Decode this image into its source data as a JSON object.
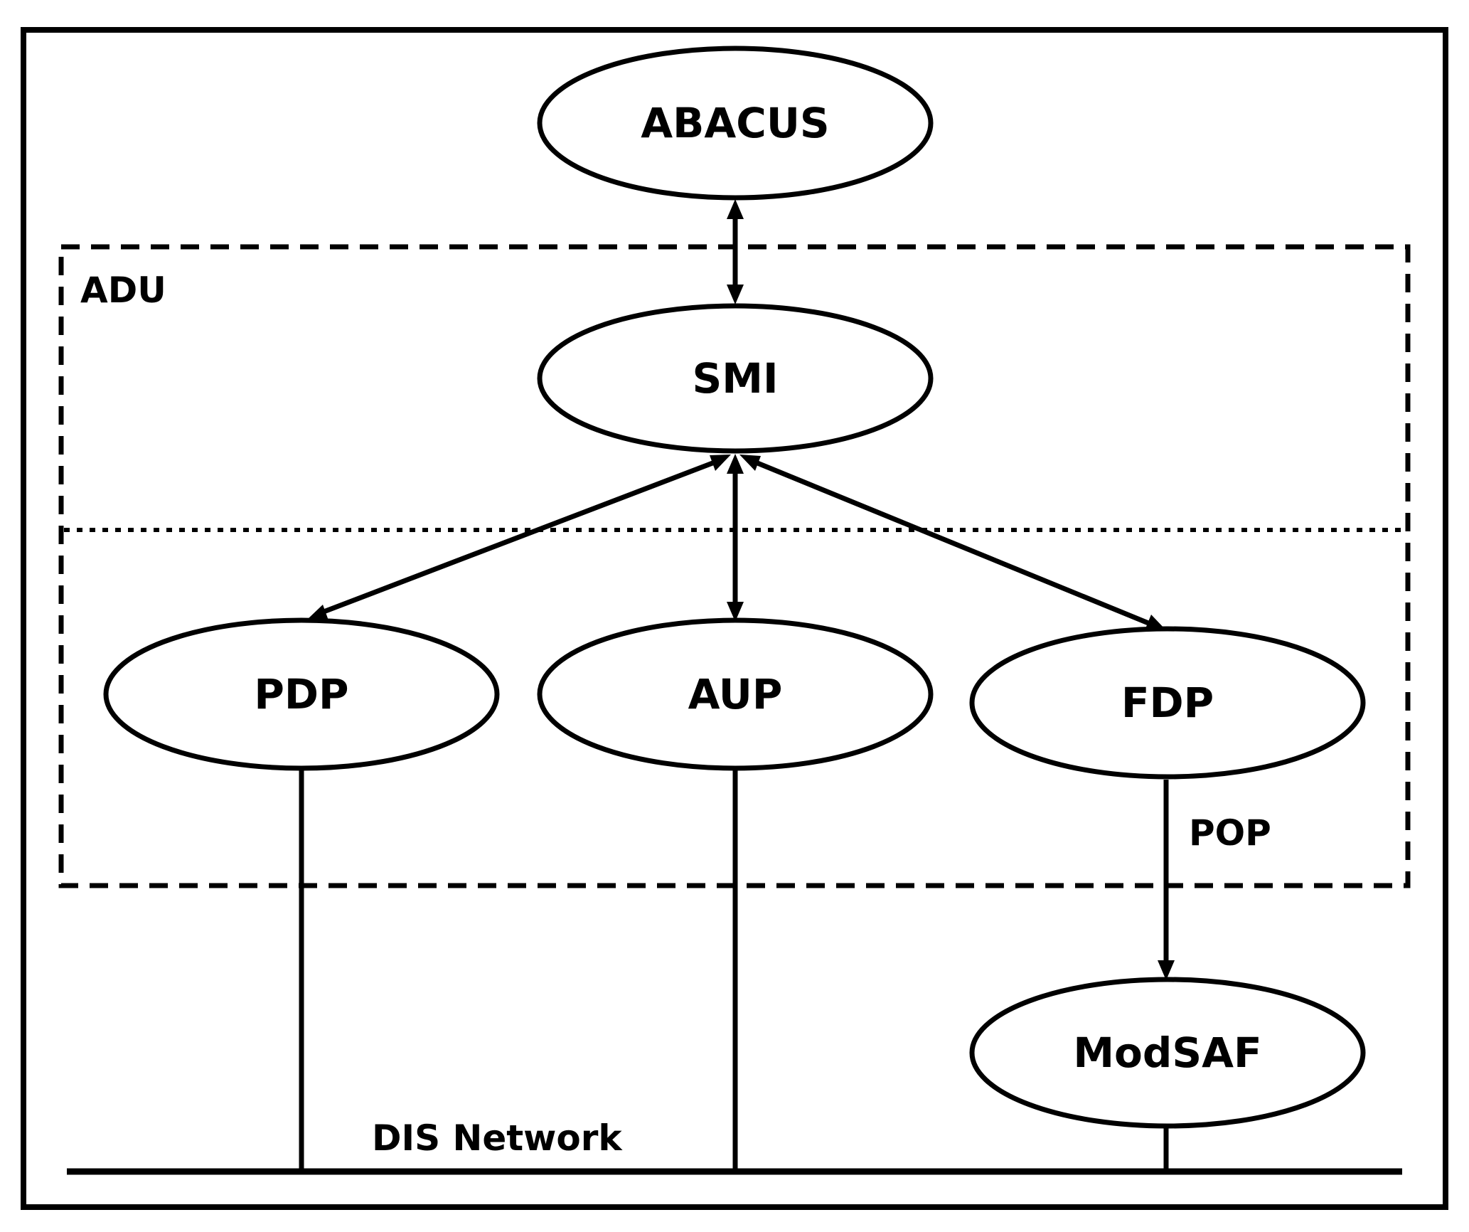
{
  "diagram": {
    "nodes": {
      "abacus": "ABACUS",
      "smi": "SMI",
      "pdp": "PDP",
      "aup": "AUP",
      "fdp": "FDP",
      "modsaf": "ModSAF"
    },
    "labels": {
      "adu": "ADU",
      "pop": "POP",
      "dis_network": "DIS Network"
    },
    "edges": [
      {
        "from": "ABACUS",
        "to": "SMI",
        "type": "bidirectional"
      },
      {
        "from": "SMI",
        "to": "PDP",
        "type": "bidirectional"
      },
      {
        "from": "SMI",
        "to": "AUP",
        "type": "bidirectional"
      },
      {
        "from": "SMI",
        "to": "FDP",
        "type": "bidirectional"
      },
      {
        "from": "FDP",
        "to": "ModSAF",
        "type": "directed",
        "label": "POP"
      },
      {
        "from": "PDP",
        "to": "DIS Network",
        "type": "line"
      },
      {
        "from": "AUP",
        "to": "DIS Network",
        "type": "line"
      },
      {
        "from": "ModSAF",
        "to": "DIS Network",
        "type": "line"
      }
    ],
    "colors": {
      "stroke": "#000000",
      "background": "#ffffff"
    }
  }
}
